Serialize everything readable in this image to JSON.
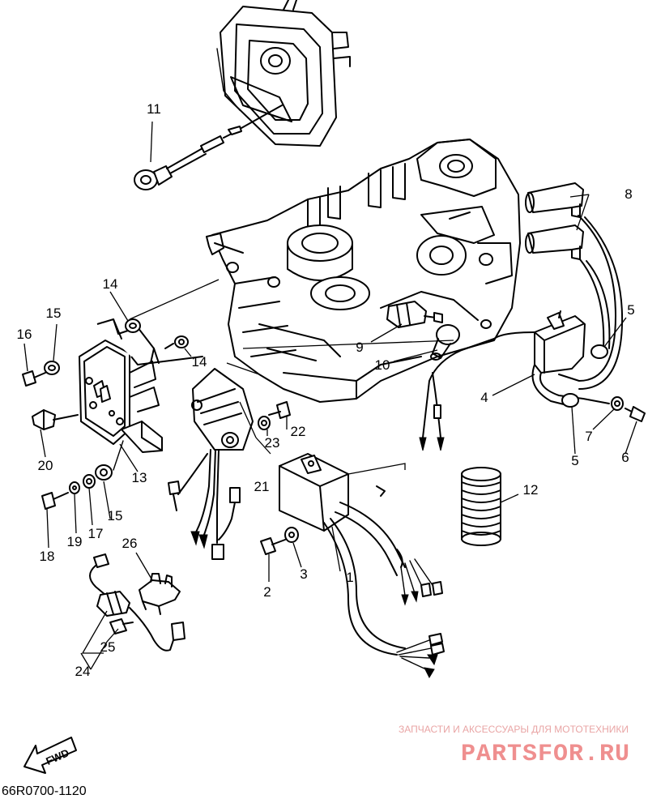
{
  "diagram_code": "66R0700-1120",
  "fwd_label": "FWD",
  "watermark": {
    "line1": "ЗАПЧАСТИ И АКСЕССУАРЫ ДЛЯ МОТОТЕХНИКИ",
    "line2": "PARTSFOR.RU",
    "color": "#ef8f8f"
  },
  "callouts": [
    "1",
    "2",
    "3",
    "4",
    "5",
    "5",
    "6",
    "7",
    "8",
    "9",
    "10",
    "11",
    "12",
    "13",
    "14",
    "14",
    "15",
    "15",
    "16",
    "17",
    "18",
    "19",
    "20",
    "21",
    "22",
    "23",
    "24",
    "25",
    "26"
  ]
}
